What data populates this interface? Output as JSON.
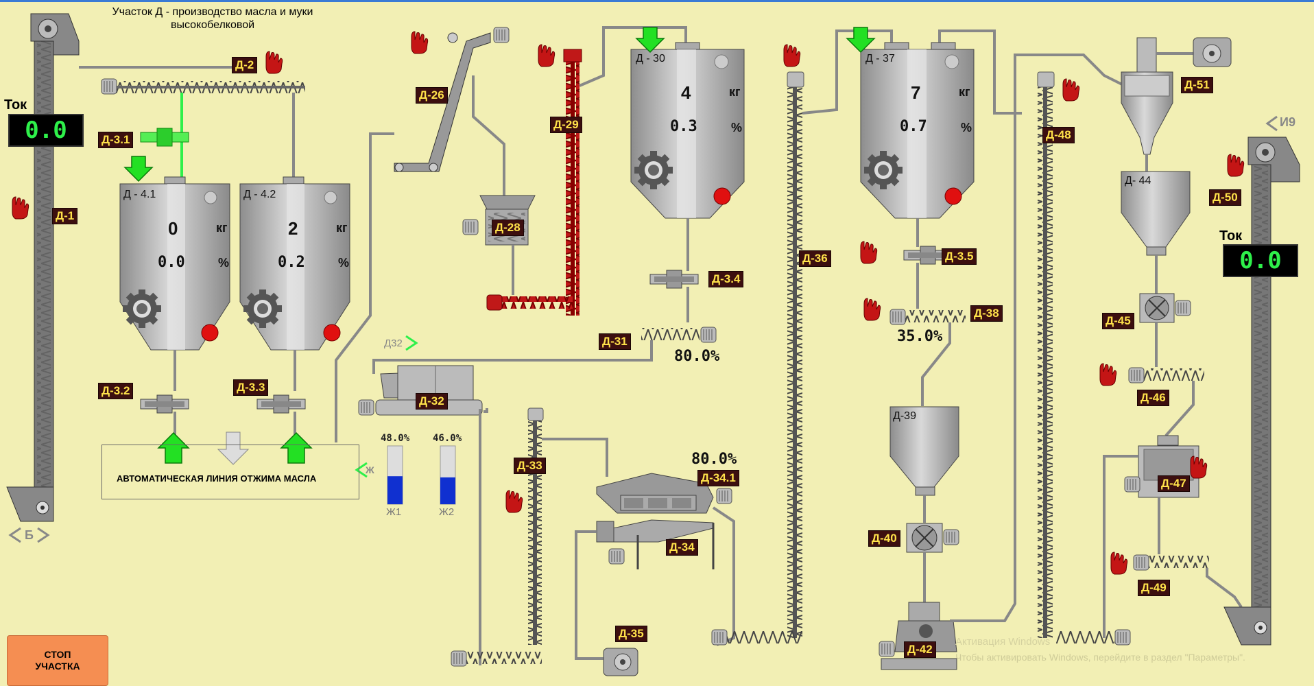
{
  "title_line1": "Участок Д - производство масла и муки",
  "title_line2": "высокобелковой",
  "tok_left": {
    "label": "Ток",
    "value": "0.0"
  },
  "tok_right": {
    "label": "Ток",
    "value": "0.0"
  },
  "tanks": {
    "d41": {
      "name": "Д - 4.1",
      "kg": "0",
      "pct": "0.0",
      "kg_unit": "кг",
      "pct_unit": "%"
    },
    "d42": {
      "name": "Д - 4.2",
      "kg": "2",
      "pct": "0.2",
      "kg_unit": "кг",
      "pct_unit": "%"
    },
    "d30": {
      "name": "Д - 30",
      "kg": "4",
      "pct": "0.3",
      "kg_unit": "кг",
      "pct_unit": "%"
    },
    "d37": {
      "name": "Д - 37",
      "kg": "7",
      "pct": "0.7",
      "kg_unit": "кг",
      "pct_unit": "%"
    },
    "d44": {
      "name": "Д- 44"
    },
    "d39": {
      "name": "Д-39"
    }
  },
  "tags": {
    "d1": "Д-1",
    "d2": "Д-2",
    "d31": "Д-3.1",
    "d32": "Д-3.2",
    "d33": "Д-3.3",
    "d34": "Д-3.4",
    "d35": "Д-3.5",
    "d26": "Д-26",
    "d28": "Д-28",
    "d29": "Д-29",
    "d31b": "Д-31",
    "d32b": "Д-32",
    "d33b": "Д-33",
    "d341": "Д-34.1",
    "d34b": "Д-34",
    "d35b": "Д-35",
    "d36": "Д-36",
    "d38": "Д-38",
    "d40": "Д-40",
    "d42b": "Д-42",
    "d45": "Д-45",
    "d46": "Д-46",
    "d47": "Д-47",
    "d48": "Д-48",
    "d49": "Д-49",
    "d50": "Д-50",
    "d51": "Д-51"
  },
  "percents": {
    "d31": "80.0%",
    "d34": "80.0%",
    "d38": "35.0%"
  },
  "levels": {
    "zh1": {
      "label": "Ж1",
      "value": "48.0%",
      "fill": 0.48
    },
    "zh2": {
      "label": "Ж2",
      "value": "46.0%",
      "fill": 0.46
    }
  },
  "auto_line": "АВТОМАТИЧЕСКАЯ ЛИНИЯ ОТЖИМА МАСЛА",
  "nav": {
    "b": "Б",
    "i9": "И9",
    "d32": "Д32",
    "zh": "Ж"
  },
  "stop_button": "СТОП\nУЧАСТКА",
  "watermark1": "Активация Windows",
  "watermark2": "Чтобы активировать Windows, перейдите в раздел \"Параметры\".",
  "colors": {
    "background": "#f2efb4",
    "tag_bg": "#3c0f0f",
    "tag_text": "#ffe24a",
    "active_green": "#2ef04a",
    "stop_button": "#f58e52",
    "level_fill": "#1030d0"
  }
}
